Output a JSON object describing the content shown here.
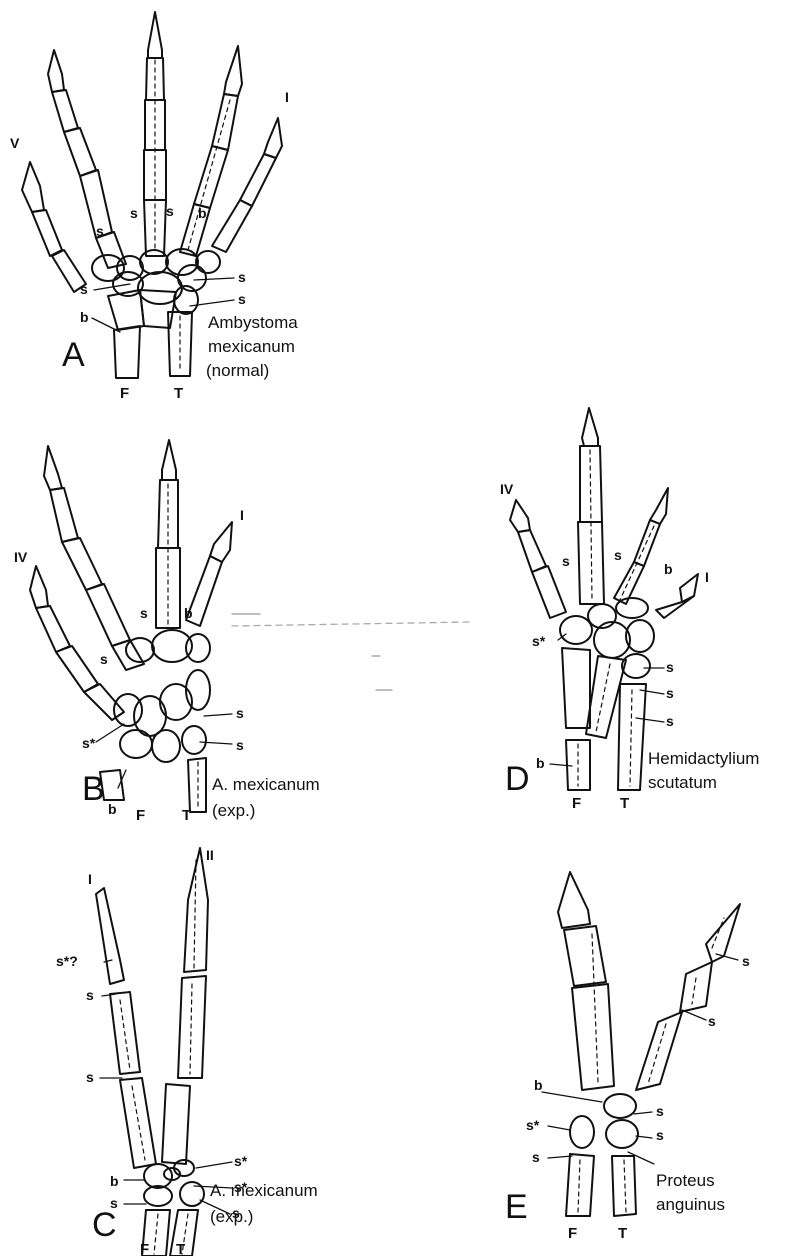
{
  "panels": {
    "A": {
      "letter": "A",
      "species_line1": "Ambystoma",
      "species_line2": "mexicanum",
      "species_line3": "(normal)",
      "digit_first": "I",
      "digit_last": "V",
      "fibula": "F",
      "tibia": "T",
      "s": "s",
      "b": "b"
    },
    "B": {
      "letter": "B",
      "species_line1": "A. mexicanum",
      "species_line2": "(exp.)",
      "digit_first": "I",
      "digit_last": "IV",
      "fibula": "F",
      "tibia": "T",
      "s": "s",
      "s_star": "s*",
      "b": "b"
    },
    "C": {
      "letter": "C",
      "species_line1": "A. mexicanum",
      "species_line2": "(exp.)",
      "digit_first": "I",
      "digit_second": "II",
      "fibula": "F",
      "tibia": "T",
      "s": "s",
      "s_star": "s*",
      "s_star_q": "s*?",
      "b": "b"
    },
    "D": {
      "letter": "D",
      "species_line1": "Hemidactylium",
      "species_line2": "scutatum",
      "digit_first": "I",
      "digit_last": "IV",
      "fibula": "F",
      "tibia": "T",
      "s": "s",
      "s_star": "s*",
      "b": "b"
    },
    "E": {
      "letter": "E",
      "species_line1": "Proteus",
      "species_line2": "anguinus",
      "fibula": "F",
      "tibia": "T",
      "s": "s",
      "s_star": "s*",
      "b": "b"
    }
  }
}
